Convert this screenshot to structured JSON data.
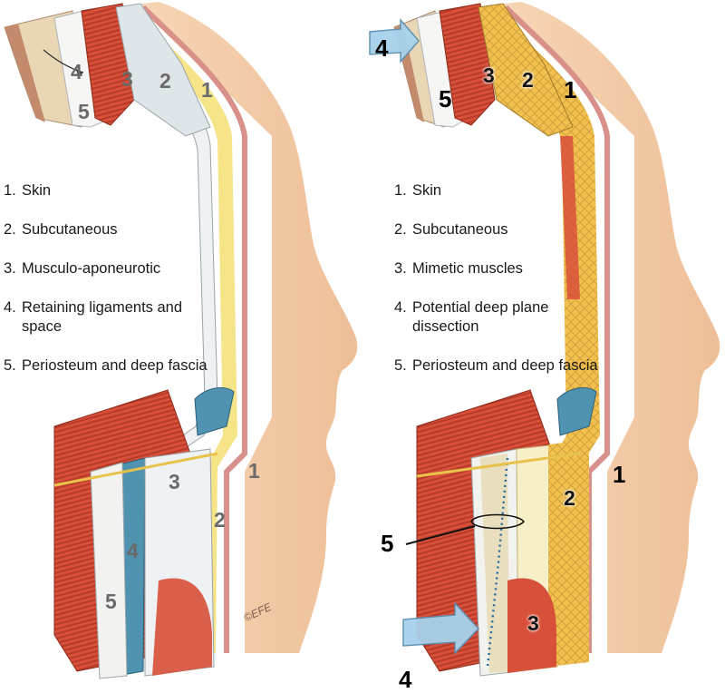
{
  "panels": [
    {
      "id": "left",
      "legend": [
        {
          "num": "1.",
          "text": "Skin"
        },
        {
          "num": "2.",
          "text": "Subcutaneous"
        },
        {
          "num": "3.",
          "text": "Musculo-aponeurotic"
        },
        {
          "num": "4.",
          "text": "Retaining ligaments and space"
        },
        {
          "num": "5.",
          "text": "Periosteum and deep fascia"
        }
      ],
      "upper_labels": [
        "1",
        "2",
        "3",
        "4",
        "5"
      ],
      "lower_labels": [
        "1",
        "2",
        "3",
        "4",
        "5"
      ],
      "copyright": "©EFE"
    },
    {
      "id": "right",
      "legend": [
        {
          "num": "1.",
          "text": "Skin"
        },
        {
          "num": "2.",
          "text": "Subcutaneous"
        },
        {
          "num": "3.",
          "text": "Mimetic muscles"
        },
        {
          "num": "4.",
          "text": "Potential deep plane dissection"
        },
        {
          "num": "5.",
          "text": "Periosteum and deep fascia"
        }
      ],
      "upper_labels": [
        "1",
        "2",
        "3",
        "4",
        "5"
      ],
      "lower_labels": [
        "1",
        "2",
        "3",
        "4",
        "5"
      ]
    }
  ],
  "colors": {
    "skin": "#f2c9a4",
    "dermis": "#d98f8a",
    "fat": "#f3c95a",
    "muscle": "#d8503a",
    "fascia": "#eef2f4",
    "periosteum": "#e8d6b4",
    "retaining_space": "#4f93b0",
    "arrow": "#a7d2ec"
  }
}
